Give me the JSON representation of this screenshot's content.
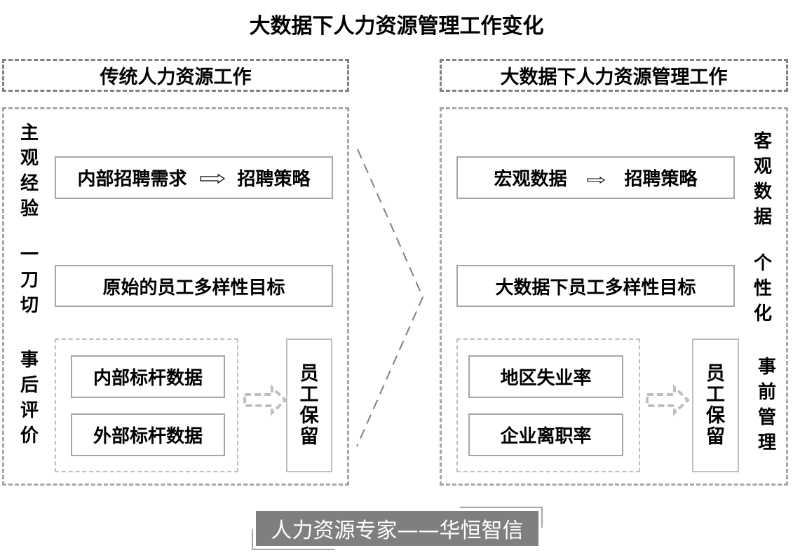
{
  "title": "大数据下人力资源管理工作变化",
  "left": {
    "header": "传统人力资源工作",
    "side_labels": [
      {
        "chars": [
          "主",
          "观",
          "经",
          "验"
        ]
      },
      {
        "chars": [
          "一",
          "刀",
          "切"
        ]
      },
      {
        "chars": [
          "事",
          "后",
          "评",
          "价"
        ]
      }
    ],
    "recruit_box": {
      "source": "内部招聘需求",
      "target": "招聘策略"
    },
    "diversity_box": "原始的员工多样性目标",
    "data_boxes": [
      "内部标杆数据",
      "外部标杆数据"
    ],
    "retention_box": [
      "员",
      "工",
      "保",
      "留"
    ]
  },
  "right": {
    "header": "大数据下人力资源管理工作",
    "side_labels": [
      {
        "chars": [
          "客",
          "观",
          "数",
          "据"
        ]
      },
      {
        "chars": [
          "个",
          "性",
          "化"
        ]
      },
      {
        "chars": [
          "事",
          "前",
          "管",
          "理"
        ]
      }
    ],
    "recruit_box": {
      "source": "宏观数据",
      "target": "招聘策略"
    },
    "diversity_box": "大数据下员工多样性目标",
    "data_boxes": [
      "地区失业率",
      "企业离职率"
    ],
    "retention_box": [
      "员",
      "工",
      "保",
      "留"
    ]
  },
  "footer": "人力资源专家——华恒智信",
  "colors": {
    "dash_dark": "#808080",
    "dash_light": "#a6a6a6",
    "footer_bg": "#7f7f7f"
  }
}
